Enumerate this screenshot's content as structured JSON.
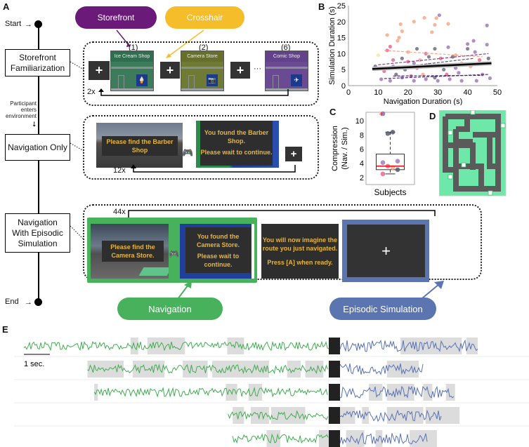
{
  "panels": {
    "a": "A",
    "b": "B",
    "c": "C",
    "d": "D",
    "e": "E"
  },
  "flow": {
    "start": "Start",
    "end": "End",
    "steps": [
      {
        "label": "Storefront Familiarization"
      },
      {
        "label": "Navigation Only"
      },
      {
        "label": "Navigation With Episodic Simulation"
      }
    ],
    "transition_note": "Participant enters environment"
  },
  "storefront_block": {
    "callouts": [
      {
        "label": "Storefront",
        "color": "#6b1a7a"
      },
      {
        "label": "Crosshair",
        "color": "#f6bd2a"
      }
    ],
    "fixation_symbol": "+",
    "stores": [
      {
        "number": "(1)",
        "name": "Ice Cream Shop",
        "color": "#3c7c5b",
        "icon": "ice-cream"
      },
      {
        "number": "(2)",
        "name": "Camera Store",
        "color": "#6f7a34",
        "icon": "camera"
      },
      {
        "number": "(6)",
        "name": "Comic Shop",
        "color": "#6a4a92",
        "icon": "plane"
      }
    ],
    "ellipsis": "···",
    "repeat": "2x"
  },
  "navigation_only_block": {
    "prompt": "Please find the Barber Shop",
    "found_line1": "You found the Barber Shop.",
    "found_line2": "Please wait to continue.",
    "fixation_symbol": "+",
    "repeat": "12x"
  },
  "episodic_block": {
    "repeat": "44x",
    "prompt": "Please find the Camera Store.",
    "found_line1": "You found the Camera Store.",
    "found_line2": "Please wait to continue.",
    "imagine_line1": "You will now imagine the route you just navigated.",
    "imagine_line2": "Press [A]  when ready.",
    "fixation_symbol": "+",
    "labels": [
      {
        "label": "Navigation",
        "color": "#47b25b"
      },
      {
        "label": "Episodic Simulation",
        "color": "#5b75b0"
      }
    ]
  },
  "chart_data": [
    {
      "type": "scatter",
      "panel": "B",
      "title": "",
      "xlabel": "Navigation Duration (s)",
      "ylabel": "Simulation Duration (s)",
      "xlim": [
        0,
        50
      ],
      "ylim": [
        0,
        25
      ],
      "xticks": [
        0,
        10,
        20,
        30,
        40,
        50
      ],
      "yticks": [
        0,
        5,
        10,
        15,
        20,
        25
      ],
      "grid": false,
      "note": "Trials from multiple subjects (colored points) with per-subject regression lines; bold black group fit line",
      "group_fit": {
        "x": [
          8,
          48
        ],
        "y": [
          5.2,
          7.0
        ]
      },
      "subject_fits": [
        {
          "x": [
            12,
            45
          ],
          "y": [
            11.0,
            9.0
          ],
          "color": "#f7a88a"
        },
        {
          "x": [
            10,
            47
          ],
          "y": [
            6.5,
            10.0
          ],
          "color": "#8b3f8f"
        },
        {
          "x": [
            12,
            47
          ],
          "y": [
            2.2,
            3.5
          ],
          "color": "#5a2a80"
        },
        {
          "x": [
            15,
            45
          ],
          "y": [
            3.0,
            3.2
          ],
          "color": "#3b2a6e"
        },
        {
          "x": [
            10,
            42
          ],
          "y": [
            5.0,
            8.5
          ],
          "color": "#555a6e"
        }
      ],
      "points": [
        {
          "x": 13,
          "y": 15.8,
          "color": "#f7a88a"
        },
        {
          "x": 17.5,
          "y": 19.2,
          "color": "#f7a88a"
        },
        {
          "x": 18,
          "y": 17.0,
          "color": "#f7a88a"
        },
        {
          "x": 22,
          "y": 20.0,
          "color": "#f7a88a"
        },
        {
          "x": 25.5,
          "y": 21.2,
          "color": "#f7a88a"
        },
        {
          "x": 29,
          "y": 19.0,
          "color": "#f7a88a"
        },
        {
          "x": 29.5,
          "y": 21.1,
          "color": "#f7a88a"
        },
        {
          "x": 30.5,
          "y": 22.0,
          "color": "#a27ab8"
        },
        {
          "x": 28,
          "y": 16.7,
          "color": "#f7a88a"
        },
        {
          "x": 33.5,
          "y": 19.3,
          "color": "#f7a88a"
        },
        {
          "x": 16.5,
          "y": 14.0,
          "color": "#f7a88a"
        },
        {
          "x": 17,
          "y": 15.0,
          "color": "#f7a88a"
        },
        {
          "x": 46.5,
          "y": 18.8,
          "color": "#a27ab8"
        },
        {
          "x": 46.5,
          "y": 12.8,
          "color": "#a27ab8"
        },
        {
          "x": 42,
          "y": 14.0,
          "color": "#a27ab8"
        },
        {
          "x": 40,
          "y": 13.0,
          "color": "#a27ab8"
        },
        {
          "x": 23,
          "y": 11.5,
          "color": "#6e6e80"
        },
        {
          "x": 29,
          "y": 11.5,
          "color": "#6e6e80"
        },
        {
          "x": 40,
          "y": 11.5,
          "color": "#6e6e80"
        },
        {
          "x": 33.5,
          "y": 12.0,
          "color": "#a27ab8"
        },
        {
          "x": 14,
          "y": 12.2,
          "color": "#e86a8c"
        },
        {
          "x": 13,
          "y": 11.0,
          "color": "#e86a8c"
        },
        {
          "x": 10,
          "y": 9.5,
          "color": "#fde3a8"
        },
        {
          "x": 18,
          "y": 8.5,
          "color": "#6e6e80"
        },
        {
          "x": 20,
          "y": 7.5,
          "color": "#e86a8c"
        },
        {
          "x": 24,
          "y": 8.0,
          "color": "#f7a88a"
        },
        {
          "x": 27,
          "y": 9.0,
          "color": "#6e6e80"
        },
        {
          "x": 31,
          "y": 8.5,
          "color": "#e86a8c"
        },
        {
          "x": 35,
          "y": 9.0,
          "color": "#6e6e80"
        },
        {
          "x": 38,
          "y": 7.0,
          "color": "#f7a88a"
        },
        {
          "x": 44,
          "y": 8.0,
          "color": "#e86a8c"
        },
        {
          "x": 15,
          "y": 6.0,
          "color": "#a27ab8"
        },
        {
          "x": 19,
          "y": 5.0,
          "color": "#6e6e80"
        },
        {
          "x": 23,
          "y": 5.5,
          "color": "#e86a8c"
        },
        {
          "x": 27,
          "y": 6.5,
          "color": "#a27ab8"
        },
        {
          "x": 32,
          "y": 5.0,
          "color": "#6e6e80"
        },
        {
          "x": 36,
          "y": 5.5,
          "color": "#a27ab8"
        },
        {
          "x": 41,
          "y": 6.0,
          "color": "#f7a88a"
        },
        {
          "x": 11,
          "y": 2.0,
          "color": "#a27ab8"
        },
        {
          "x": 14,
          "y": 1.5,
          "color": "#a27ab8"
        },
        {
          "x": 18,
          "y": 2.5,
          "color": "#a27ab8"
        },
        {
          "x": 22,
          "y": 1.5,
          "color": "#a27ab8"
        },
        {
          "x": 26,
          "y": 2.0,
          "color": "#a27ab8"
        },
        {
          "x": 30,
          "y": 1.5,
          "color": "#a27ab8"
        },
        {
          "x": 34,
          "y": 2.0,
          "color": "#a27ab8"
        },
        {
          "x": 38,
          "y": 1.5,
          "color": "#a27ab8"
        },
        {
          "x": 43,
          "y": 1.5,
          "color": "#a27ab8"
        },
        {
          "x": 47.5,
          "y": 2.3,
          "color": "#a27ab8"
        },
        {
          "x": 9,
          "y": 6.0,
          "color": "#6e6e80"
        },
        {
          "x": 12,
          "y": 4.5,
          "color": "#e86a8c"
        },
        {
          "x": 16,
          "y": 3.5,
          "color": "#6e6e80"
        },
        {
          "x": 21,
          "y": 3.0,
          "color": "#e86a8c"
        },
        {
          "x": 25,
          "y": 3.5,
          "color": "#f7a88a"
        },
        {
          "x": 29,
          "y": 2.5,
          "color": "#6e6e80"
        },
        {
          "x": 33,
          "y": 3.5,
          "color": "#e86a8c"
        },
        {
          "x": 37,
          "y": 4.0,
          "color": "#a27ab8"
        },
        {
          "x": 45,
          "y": 3.5,
          "color": "#a27ab8"
        },
        {
          "x": 47,
          "y": 8.5,
          "color": "#6e6e80"
        },
        {
          "x": 42.5,
          "y": 10.5,
          "color": "#a27ab8"
        },
        {
          "x": 20,
          "y": 10.5,
          "color": "#f7a88a"
        },
        {
          "x": 26,
          "y": 10.0,
          "color": "#e86a8c"
        },
        {
          "x": 36,
          "y": 9.5,
          "color": "#f7a88a"
        },
        {
          "x": 15,
          "y": 8.0,
          "color": "#e86a8c"
        },
        {
          "x": 22,
          "y": 7.0,
          "color": "#a27ab8"
        }
      ]
    },
    {
      "type": "box",
      "panel": "C",
      "xlabel": "Subjects",
      "ylabel": "Compression (Nav. / Sim.)",
      "ylim": [
        1,
        11.2
      ],
      "yticks": [
        2,
        4,
        6,
        8,
        10
      ],
      "box": {
        "min": 2.5,
        "q1": 3.1,
        "median": 3.6,
        "q3": 5.3,
        "max": 8.4
      },
      "outlier_marker": {
        "y": 11.0,
        "symbol": "+",
        "color": "#e03030"
      },
      "points": [
        {
          "y": 11.0,
          "color": "#8b6bb0"
        },
        {
          "y": 8.2,
          "color": "#555a6e"
        },
        {
          "y": 8.4,
          "color": "#555a6e"
        },
        {
          "y": 4.3,
          "color": "#a27ab8"
        },
        {
          "y": 4.1,
          "color": "#a27ab8"
        },
        {
          "y": 3.6,
          "color": "#e86a8c"
        },
        {
          "y": 3.4,
          "color": "#f7a88a"
        },
        {
          "y": 3.1,
          "color": "#555a6e"
        },
        {
          "y": 2.5,
          "color": "#e86a8c"
        }
      ],
      "median_color": "#e02020"
    },
    {
      "type": "table",
      "panel": "E",
      "description": "Example eye-movement/signal traces for 5 trials: navigation (green) followed by black marker then episodic simulation (blue); gray shading marks segments",
      "scale_bar": "1 sec.",
      "colors": {
        "navigation": "#3fae4f",
        "simulation": "#5872b5",
        "marker": "#222222",
        "shade": "#dcdcdc"
      },
      "rows": [
        {
          "nav_start": 0.0,
          "sim_end": 1.0,
          "shades": [
            [
              0.235,
              0.252
            ],
            [
              0.272,
              0.355
            ],
            [
              0.448,
              0.485
            ],
            [
              0.83,
              0.965
            ],
            [
              0.975,
              1.0
            ]
          ]
        },
        {
          "nav_start": 0.14,
          "sim_end": 0.88,
          "shades": [
            [
              0.14,
              0.22
            ],
            [
              0.24,
              0.31
            ],
            [
              0.35,
              0.405
            ],
            [
              0.415,
              0.54
            ],
            [
              0.58,
              0.61
            ],
            [
              0.62,
              0.66
            ],
            [
              0.8,
              0.87
            ]
          ]
        },
        {
          "nav_start": 0.155,
          "sim_end": 0.95,
          "shades": [
            [
              0.155,
              0.163
            ],
            [
              0.445,
              0.47
            ],
            [
              0.495,
              0.525
            ],
            [
              0.76,
              0.79
            ],
            [
              0.8,
              0.86
            ],
            [
              0.88,
              0.9
            ],
            [
              0.93,
              0.95
            ]
          ]
        },
        {
          "nav_start": 0.45,
          "sim_end": 0.92,
          "shades": [
            [
              0.46,
              0.485
            ],
            [
              0.5,
              0.54
            ],
            [
              0.545,
              0.62
            ],
            [
              0.67,
              0.73
            ],
            [
              0.745,
              0.76
            ],
            [
              0.8,
              0.88
            ],
            [
              0.885,
              0.96
            ]
          ]
        },
        {
          "nav_start": 0.46,
          "sim_end": 0.89,
          "shades": [
            [
              0.535,
              0.565
            ],
            [
              0.65,
              0.675
            ],
            [
              0.71,
              0.75
            ],
            [
              0.775,
              0.79
            ],
            [
              0.85,
              0.91
            ]
          ]
        }
      ]
    }
  ],
  "panel_d": {
    "description": "Top-down maze map of the virtual environment",
    "floor_color": "#6ee8a8",
    "path_color": "#5a5a5a",
    "store_marker_count": 7
  }
}
